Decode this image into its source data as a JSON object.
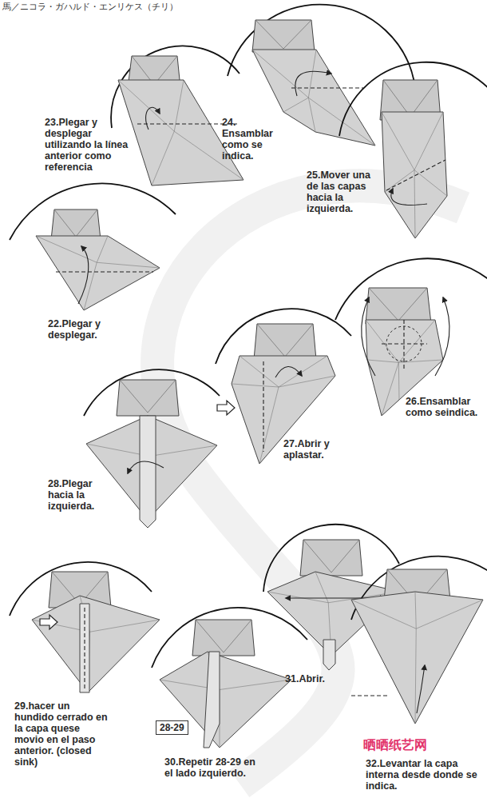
{
  "diagram": {
    "title": "馬／ニコラ・ガハルド・エンリケス（チリ）",
    "nodes": [
      {
        "text": [
          "28-29"
        ]
      }
    ],
    "labels": [
      "23.Plegar y desplegar utilizando la línea anterior como referencia",
      "24. Ensamblar como se indica.",
      "25.Mover una de las capas hacia la izquierda.",
      "22.Plegar y desplegar.",
      "26.Ensamblar como seindica.",
      "27.Abrir y aplastar.",
      "28.Plegar hacia la izquierda.",
      "29.hacer un hundido cerrado en la capa quese movio en el paso anterior. (closed sink)",
      "30.Repetir 28-29 en el lado izquierdo.",
      "31.Abrir.",
      "32.Levantar la capa interna desde donde se indica.",
      "晒晒纸艺网"
    ]
  }
}
